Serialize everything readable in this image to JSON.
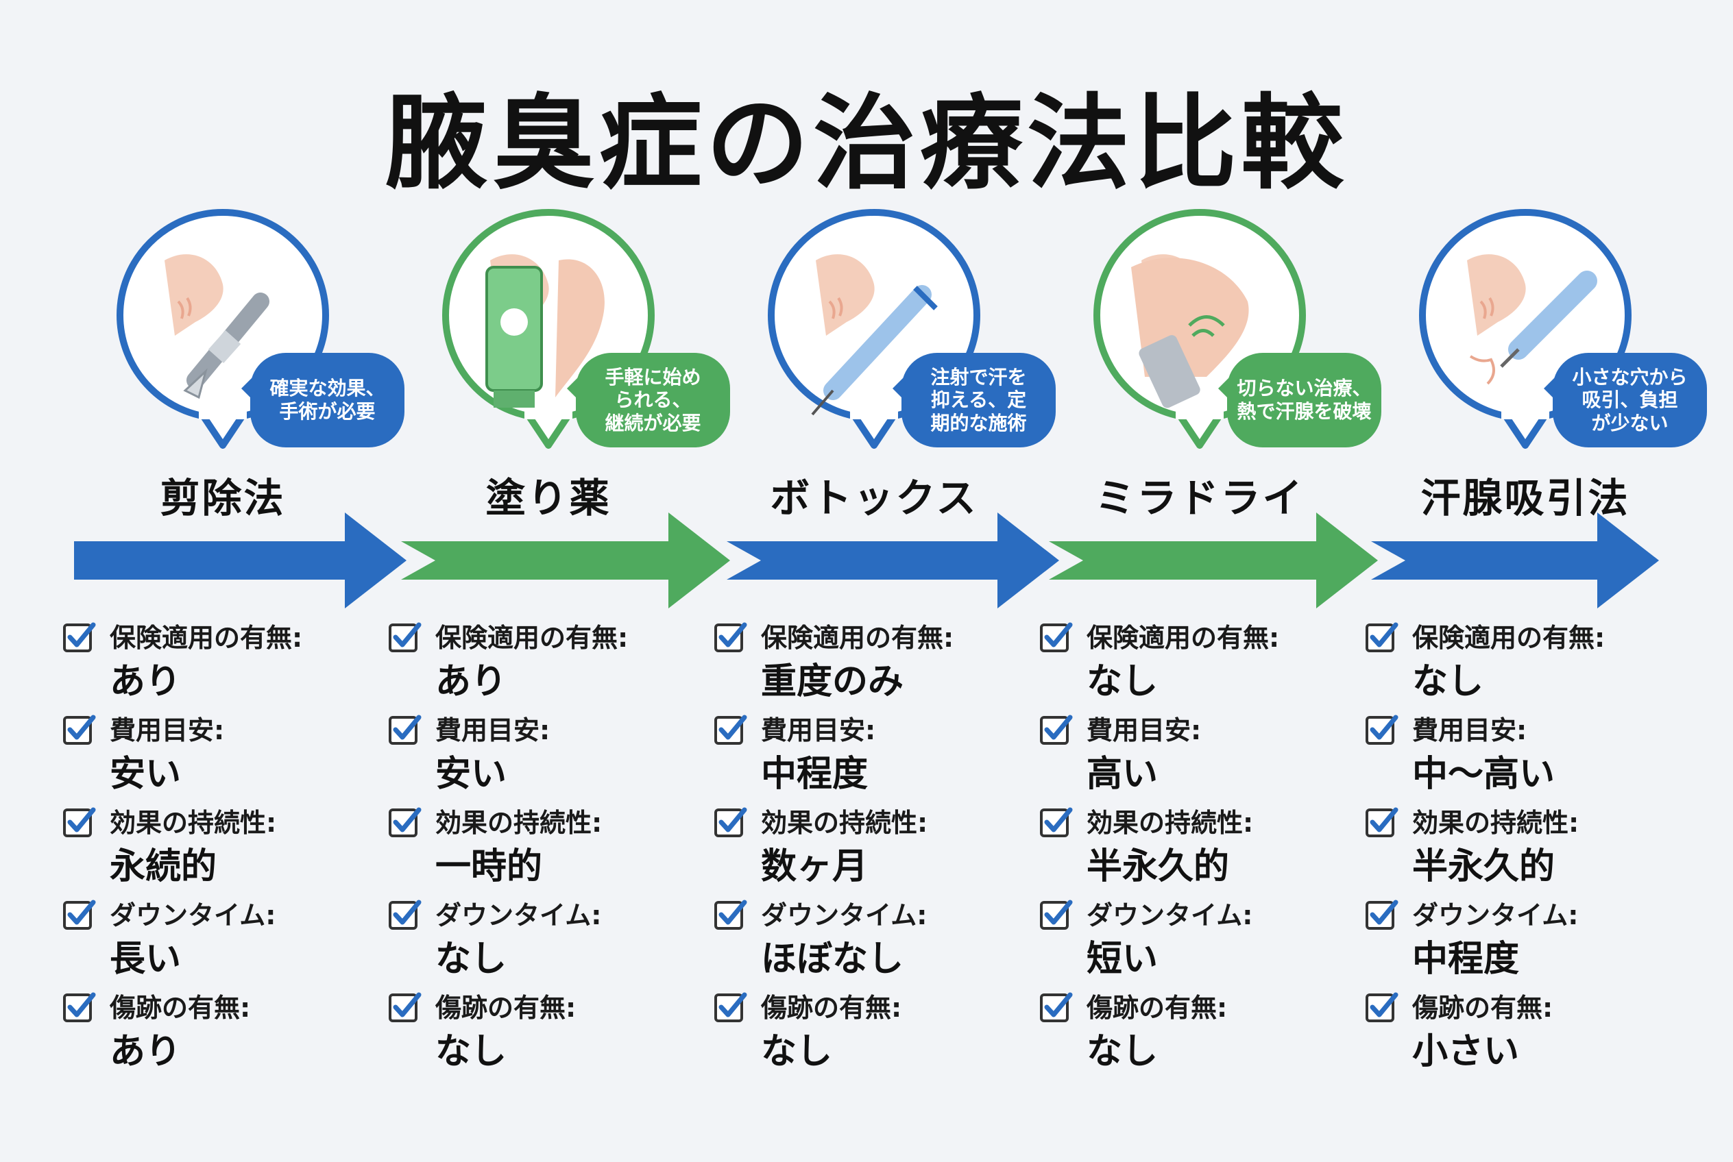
{
  "title": "腋臭症の治療法比較",
  "colors": {
    "blue": "#2a6cc0",
    "green": "#4faa5e",
    "check": "#2a6cc0"
  },
  "criteria": [
    "保険適用の有無:",
    "費用目安:",
    "効果の持続性:",
    "ダウンタイム:",
    "傷跡の有無:"
  ],
  "treatments": [
    {
      "name": "剪除法",
      "color": "blue",
      "icon": "scalpel-icon",
      "callout": "確実な効果、\n手術が必要",
      "values": [
        "あり",
        "安い",
        "永続的",
        "長い",
        "あり"
      ]
    },
    {
      "name": "塗り薬",
      "color": "green",
      "icon": "cream-tube-icon",
      "callout": "手軽に始め\nられる、\n継続が必要",
      "values": [
        "あり",
        "安い",
        "一時的",
        "なし",
        "なし"
      ]
    },
    {
      "name": "ボトックス",
      "color": "blue",
      "icon": "syringe-icon",
      "callout": "注射で汗を\n抑える、定\n期的な施術",
      "values": [
        "重度のみ",
        "中程度",
        "数ヶ月",
        "ほぼなし",
        "なし"
      ]
    },
    {
      "name": "ミラドライ",
      "color": "green",
      "icon": "microwave-device-icon",
      "callout": "切らない治療、\n熱で汗腺を破壊",
      "values": [
        "なし",
        "高い",
        "半永久的",
        "短い",
        "なし"
      ]
    },
    {
      "name": "汗腺吸引法",
      "color": "blue",
      "icon": "suction-cannula-icon",
      "callout": "小さな穴から\n吸引、負担\nが少ない",
      "values": [
        "なし",
        "中〜高い",
        "半永久的",
        "中程度",
        "小さい"
      ]
    }
  ]
}
